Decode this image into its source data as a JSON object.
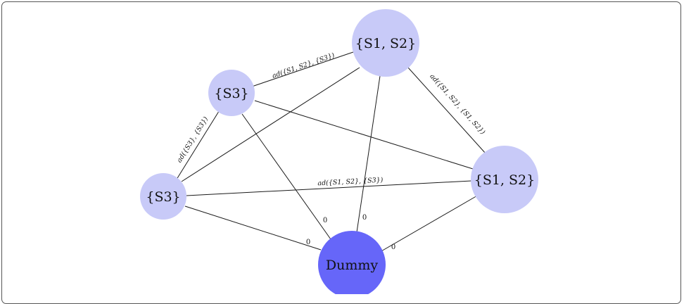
{
  "colors": {
    "node_fill": "#c8caf8",
    "dummy_fill": "#6666f9",
    "edge": "#1a1a1a",
    "frame": "#555555"
  },
  "nodes": {
    "s1s2_top": {
      "label": "{S1, S2}"
    },
    "s3_top": {
      "label": "{S3}"
    },
    "s3_left": {
      "label": "{S3}"
    },
    "s1s2_right": {
      "label": "{S1, S2}"
    },
    "dummy": {
      "label": "Dummy"
    }
  },
  "edge_labels": {
    "s3top_s1s2top": "ad({S1, S2}, {S3})",
    "s1s2top_s1s2right": "ad({S1, S2}, {S1, S2})",
    "s3top_s3left": "ad({S3}, {S3})",
    "s3left_s1s2right": "ad({S1, S2}, {S3})",
    "s3top_dummy": "0",
    "s1s2top_dummy": "0",
    "s3left_dummy": "0",
    "s1s2right_dummy": "0"
  }
}
